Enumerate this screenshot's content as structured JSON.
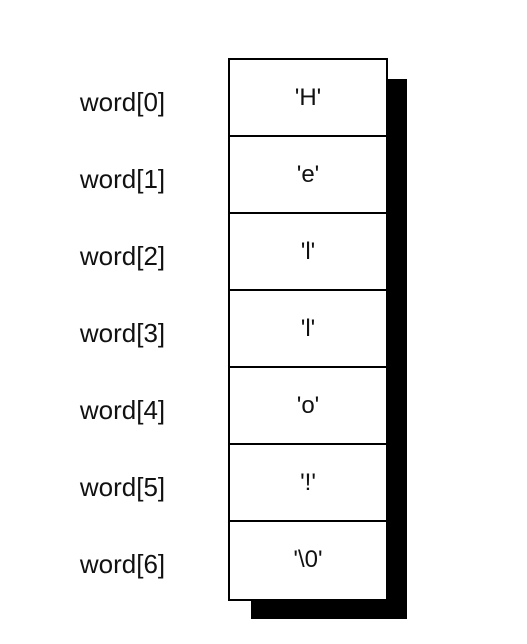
{
  "diagram": {
    "rows": [
      {
        "label": "word[0]",
        "value": "'H'"
      },
      {
        "label": "word[1]",
        "value": "'e'"
      },
      {
        "label": "word[2]",
        "value": "'l'"
      },
      {
        "label": "word[3]",
        "value": "'l'"
      },
      {
        "label": "word[4]",
        "value": "'o'"
      },
      {
        "label": "word[5]",
        "value": "'!'"
      },
      {
        "label": "word[6]",
        "value": "'\\0'"
      }
    ]
  }
}
